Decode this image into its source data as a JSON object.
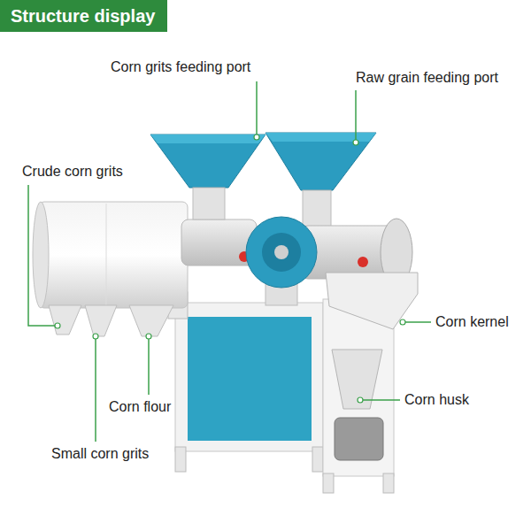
{
  "diagram": {
    "title": "Structure display",
    "labels": [
      "Corn grits feeding port",
      "Raw grain feeding port",
      "Crude corn grits",
      "Corn kernel",
      "Corn flour",
      "Corn husk",
      "Small corn grits"
    ]
  }
}
